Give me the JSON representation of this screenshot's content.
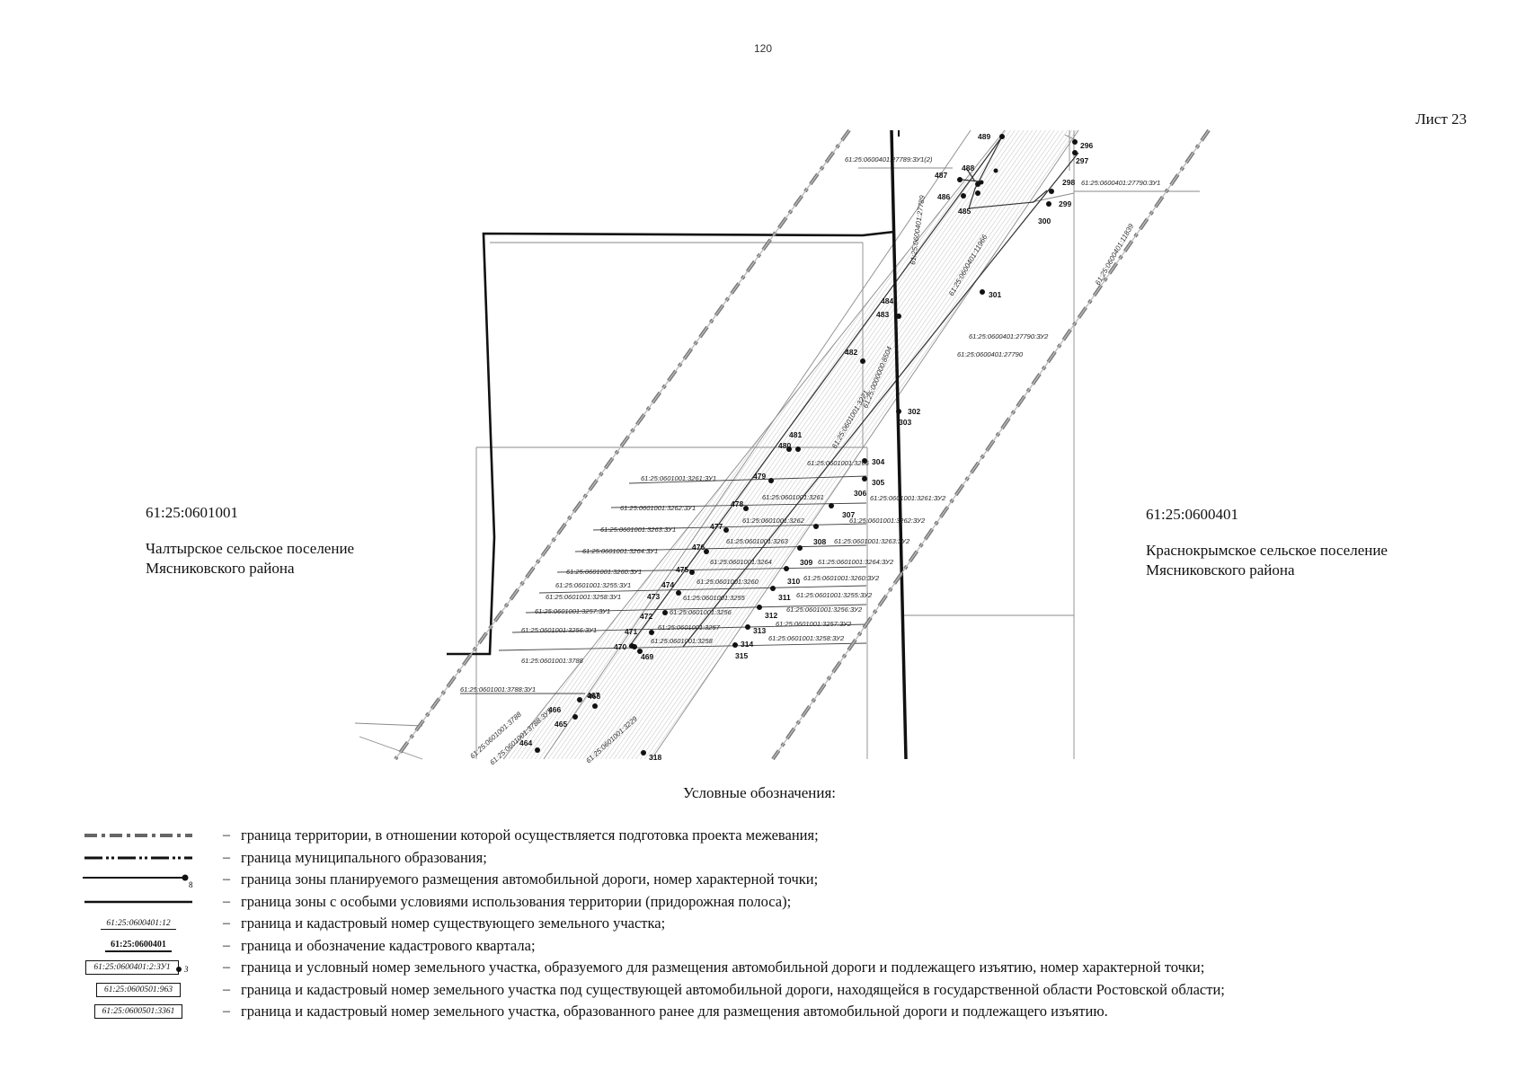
{
  "page_number": "120",
  "sheet_label": "Лист 23",
  "left_region": {
    "code": "61:25:0601001",
    "line1": "Чалтырское сельское поселение",
    "line2": "Мясниковского района"
  },
  "right_region": {
    "code": "61:25:0600401",
    "line1": "Краснокрымское сельское поселение",
    "line2": "Мясниковского района"
  },
  "map_labels": {
    "p489": "489",
    "p488": "488",
    "p487": "487",
    "p486a": "486",
    "p485": "485",
    "p484a": "484",
    "p483": "483",
    "p482": "482",
    "p481": "481",
    "p480": "480",
    "p479": "479",
    "p478": "478",
    "p477": "477",
    "p476": "476",
    "p475": "475",
    "p474": "474",
    "p473": "473",
    "p472": "472",
    "p471": "471",
    "p470": "470",
    "p469": "469",
    "p468": "468",
    "p467": "467",
    "p466": "466",
    "p465": "465",
    "p464": "464",
    "p296": "296",
    "p297": "297",
    "p298": "298",
    "p299": "299",
    "p300": "300",
    "p301": "301",
    "p302": "302",
    "p303": "303",
    "p304": "304",
    "p305": "305",
    "p306": "306",
    "p307": "307",
    "p308": "308",
    "p309": "309",
    "p310": "310",
    "p311": "311",
    "p312": "312",
    "p313": "313",
    "p314": "314",
    "p315": "315",
    "p318": "318",
    "c_27789_zu1_2": "61:25:0600401:27789:ЗУ1(2)",
    "c_27790_zu1": "61:25:0600401:27790:ЗУ1",
    "c_27790_zu2": "61:25:0600401:27790:ЗУ2",
    "c_27790": "61:25:0600401:27790",
    "c_3261_zu1": "61:25:0601001:3261:ЗУ1",
    "c_3262_zu1": "61:25:0601001:3262:ЗУ1",
    "c_3263_zu1": "61:25:0601001:3263:ЗУ1",
    "c_3264_zu1": "61:25:0601001:3264:ЗУ1",
    "c_3260_zu1": "61:25:0601001:3260:ЗУ1",
    "c_3255_zu1": "61:25:0601001:3255:ЗУ1",
    "c_3258_zu1": "61:25:0601001:3258:ЗУ1",
    "c_3257_zu1": "61:25:0601001:3257:ЗУ1",
    "c_3256_zu1": "61:25:0601001:3256:ЗУ1",
    "c_3788": "61:25:0601001:3788",
    "c_3788_zu1": "61:25:0601001:3788:ЗУ1",
    "c_3261_zu2": "61:25:0601001:3261:ЗУ2",
    "c_3262_zu2": "61:25:0601001:3262:ЗУ2",
    "c_3263_zu2": "61:25:0601001:3263:ЗУ2",
    "c_3264_zu2": "61:25:0601001:3264:ЗУ2",
    "c_3260_zu2": "61:25:0601001:3260:ЗУ2",
    "c_3255_zu2": "61:25:0601001:3255:ЗУ2",
    "c_3256_zu2": "61:25:0601001:3256:ЗУ2",
    "c_3257_zu2": "61:25:0601001:3257:ЗУ2",
    "c_3258_zu2": "61:25:0601001:3258:ЗУ2",
    "c_3261": "61:25:0601001:3261",
    "c_3262": "61:25:0601001:3262",
    "c_3263": "61:25:0601001:3263",
    "c_3264": "61:25:0601001:3264",
    "c_3260": "61:25:0601001:3260",
    "c_3255": "61:25:0601001:3255",
    "c_3256": "61:25:0601001:3256",
    "c_3257": "61:25:0601001:3257",
    "c_3258": "61:25:0601001:3258",
    "c_3266": "61:25:0601001:3266",
    "rot_27789": "61:25:0600401:27789",
    "rot_11966": "61:25:0600401:11966",
    "rot_3221": "61:25:0601001:3221",
    "rot_8504": "61:25:0000000:8504",
    "rot_11839": "61:25:0600401:11839",
    "rot_3788": "61:25:0601001:3788",
    "rot_3788_zu2": "61:25:0601001:3788:ЗУ2",
    "rot_3229": "61:25:0601001:3229"
  },
  "legend": {
    "title": "Условные обозначения:",
    "dash": "–",
    "items": [
      {
        "text": "граница территории, в отношении которой осуществляется подготовка проекта межевания;"
      },
      {
        "text": "граница муниципального образования;"
      },
      {
        "text": "граница зоны планируемого размещения автомобильной дороги, номер характерной точки;",
        "point": "8"
      },
      {
        "text": "граница зоны с особыми условиями использования территории (придорожная полоса);"
      },
      {
        "text": "граница и кадастровый номер существующего земельного участка;",
        "sample": "61:25:0600401:12"
      },
      {
        "text": "граница и обозначение кадастрового квартала;",
        "sample": "61:25:0600401"
      },
      {
        "text": "граница и условный номер земельного участка, образуемого для размещения автомобильной дороги и подлежащего изъятию, номер характерной точки;",
        "sample": "61:25:0600401:2:ЗУ1",
        "point": "3"
      },
      {
        "text": "граница и кадастровый номер земельного участка под существующей автомобильной дороги, находящейся в государственной области Ростовской области;",
        "sample": "61:25:0600501:963"
      },
      {
        "text": "граница и кадастровый номер земельного участка, образованного ранее для размещения автомобильной дороги и подлежащего изъятию.",
        "sample": "61:25:0600501:3361"
      }
    ]
  },
  "colors": {
    "ink": "#111111",
    "hatch": "#bdbdbd",
    "thin_line": "#8a8a8a"
  }
}
